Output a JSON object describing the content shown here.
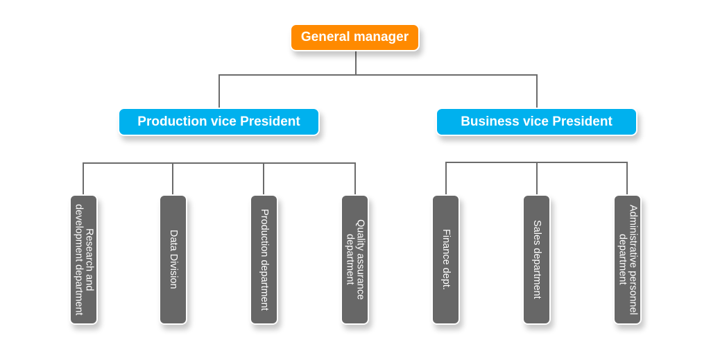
{
  "root": {
    "label": "General manager",
    "color": "#FF8A00"
  },
  "vice_presidents": [
    {
      "label": "Production vice President",
      "color": "#00B1EE"
    },
    {
      "label": "Business vice President",
      "color": "#00B1EE"
    }
  ],
  "departments": [
    {
      "label": "Research and\ndevelopment department",
      "parent": "Production vice President"
    },
    {
      "label": "Data Division",
      "parent": "Production vice President"
    },
    {
      "label": "Production department",
      "parent": "Production vice President"
    },
    {
      "label": "Quality assurance\ndepartment",
      "parent": "Production vice President"
    },
    {
      "label": "Finance dept.",
      "parent": "Business vice President"
    },
    {
      "label": "Sales department",
      "parent": "Business vice President"
    },
    {
      "label": "Administrative personnel\ndepartment",
      "parent": "Business vice President"
    }
  ],
  "colors": {
    "department": "#676767",
    "connector": "#6b6b6b"
  }
}
